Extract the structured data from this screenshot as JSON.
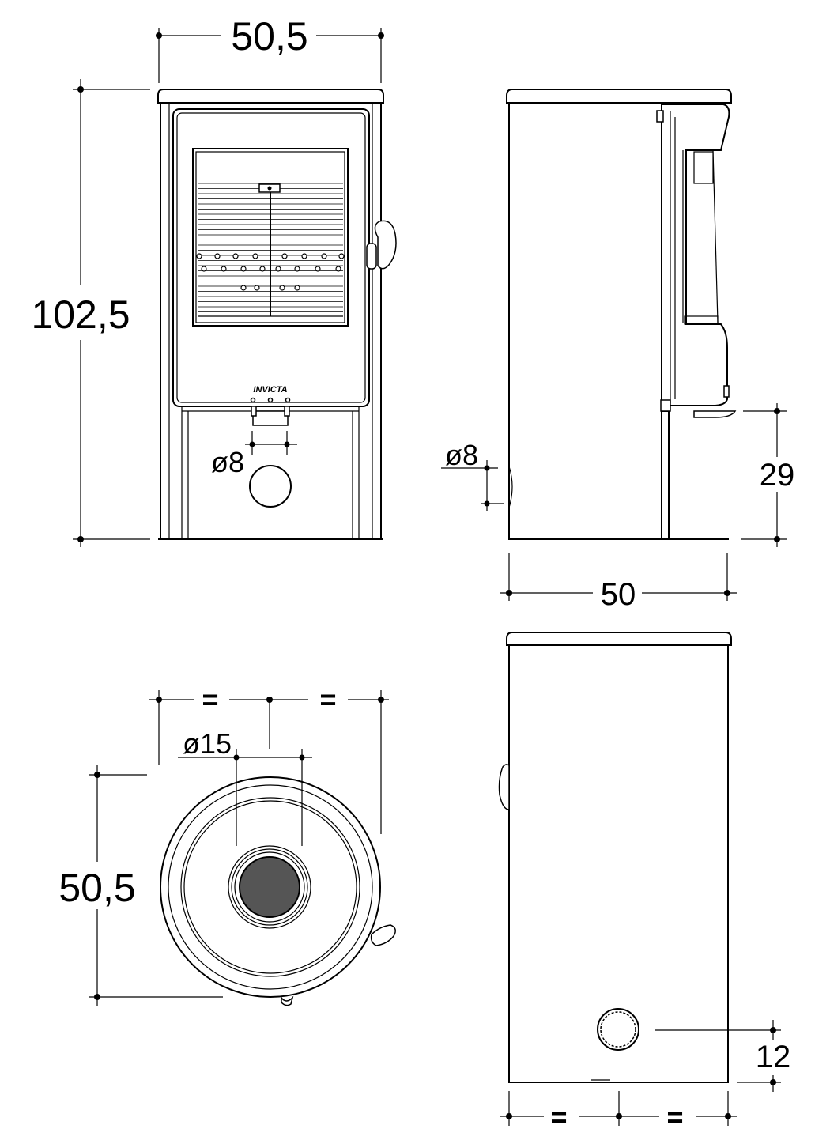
{
  "front_view": {
    "width_label": "50,5",
    "height_label": "102,5",
    "air_inlet_label": "ø8",
    "brand_logo": "INVICTA"
  },
  "side_view": {
    "air_inlet_label": "ø8",
    "outlet_height_label": "29",
    "depth_label": "50"
  },
  "top_view": {
    "equal_left": "=",
    "equal_right": "=",
    "flue_label": "ø15",
    "depth_label": "50,5"
  },
  "rear_view": {
    "outlet_height_label": "12",
    "equal_left": "=",
    "equal_right": "="
  }
}
